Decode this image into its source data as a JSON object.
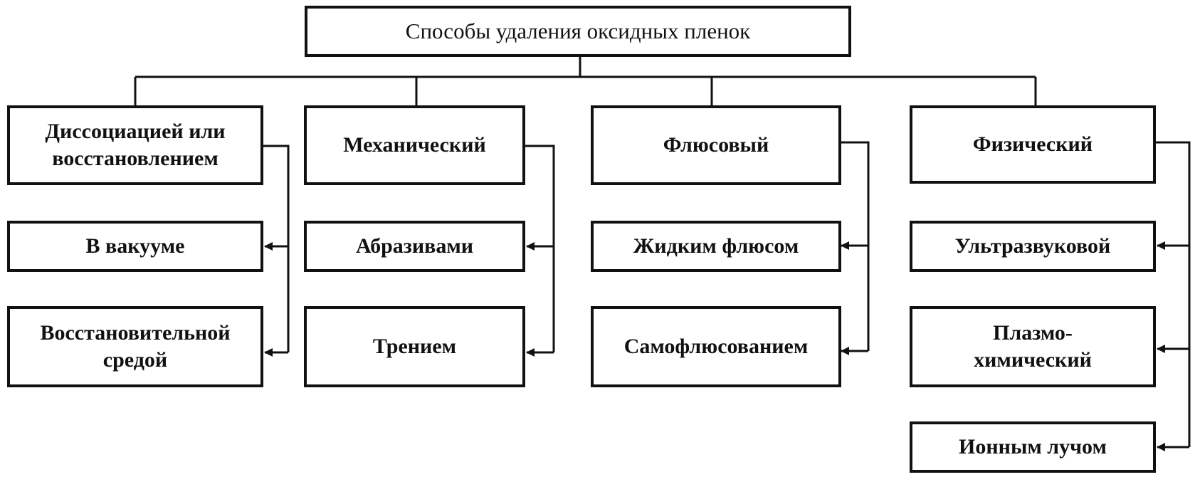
{
  "root": {
    "label": "Способы удаления оксидных пленок"
  },
  "categories": [
    {
      "label": "Диссоциацией или\nвосстановлением",
      "methods": [
        "В вакууме",
        "Восстановительной\nсредой"
      ]
    },
    {
      "label": "Механический",
      "methods": [
        "Абразивами",
        "Трением"
      ]
    },
    {
      "label": "Флюсовый",
      "methods": [
        "Жидким флюсом",
        "Самофлюсованием"
      ]
    },
    {
      "label": "Физический",
      "methods": [
        "Ультразвуковой",
        "Плазмо-\nхимический",
        "Ионным лучом"
      ]
    }
  ],
  "colors": {
    "line": "#111111",
    "box_fill": "#ffffff",
    "text": "#111111"
  }
}
